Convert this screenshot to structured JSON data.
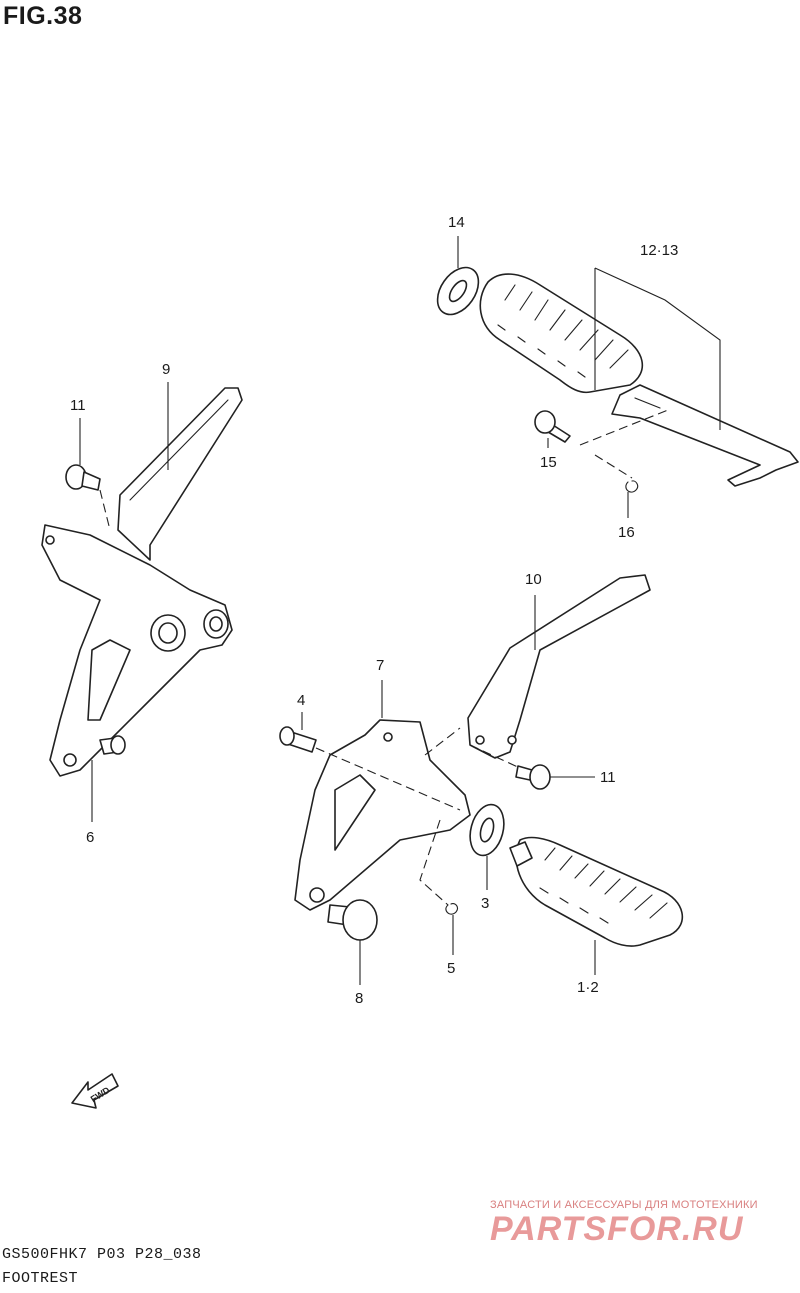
{
  "figure": {
    "title": "FIG.38"
  },
  "callouts": {
    "c14": "14",
    "c12_13": "12·13",
    "c9": "9",
    "c11a": "11",
    "c15": "15",
    "c16": "16",
    "c10": "10",
    "c7": "7",
    "c4": "4",
    "c11b": "11",
    "c6": "6",
    "c3": "3",
    "c5": "5",
    "c8": "8",
    "c1_2": "1·2"
  },
  "fwd_arrow": {
    "label": "FWD"
  },
  "footer": {
    "model_code": "GS500FHK7  P03 P28_038",
    "section_name": "FOOTREST"
  },
  "watermark": {
    "tagline": "ЗАПЧАСТИ И АКСЕССУАРЫ ДЛЯ МОТОТЕХНИКИ",
    "logo_text": "PARTSFOR.RU"
  }
}
